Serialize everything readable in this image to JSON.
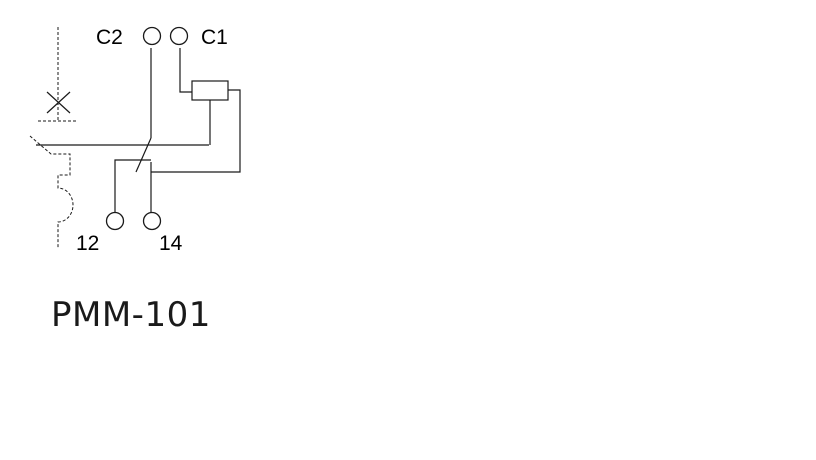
{
  "diagram": {
    "terminals": {
      "c2": "C2",
      "c1": "C1",
      "t12": "12",
      "t14": "14"
    },
    "model": "PMM-101"
  }
}
